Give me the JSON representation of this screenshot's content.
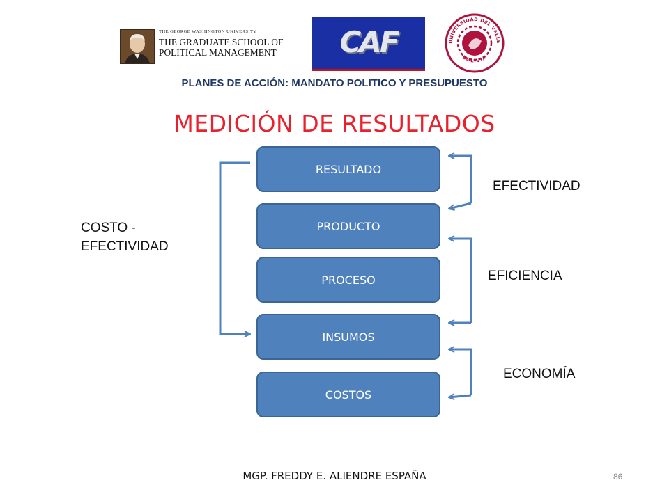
{
  "logos": {
    "gwu": {
      "line1": "THE GEORGE WASHINGTON UNIVERSITY",
      "line2": "THE GRADUATE SCHOOL OF",
      "line3": "POLITICAL MANAGEMENT"
    },
    "caf": {
      "text": "CAF",
      "background": "#1a2fa3",
      "accent": "#c1121f"
    },
    "univalle": {
      "arc_text": "UNIVERSIDAD DEL VALLE",
      "bottom_text": "BOLIVIA",
      "color": "#b0123e"
    }
  },
  "subtitle": "PLANES DE ACCIÓN: MANDATO POLITICO Y PRESUPUESTO",
  "title": "MEDICIÓN DE RESULTADOS",
  "diagram": {
    "boxes": [
      "RESULTADO",
      "PRODUCTO",
      "PROCESO",
      "INSUMOS",
      "COSTOS"
    ],
    "labels": {
      "efectividad": "EFECTIVIDAD",
      "eficiencia": "EFICIENCIA",
      "economia": "ECONOMÍA",
      "costo_efectividad_1": "COSTO -",
      "costo_efectividad_2": "EFECTIVIDAD"
    },
    "colors": {
      "box_fill": "#4f81bd",
      "box_border": "#3a6594",
      "title": "#e8212d",
      "subtitle": "#1f3864"
    }
  },
  "footer": {
    "author": "MGP. FREDDY E. ALIENDRE ESPAÑA",
    "page_number": "86"
  }
}
